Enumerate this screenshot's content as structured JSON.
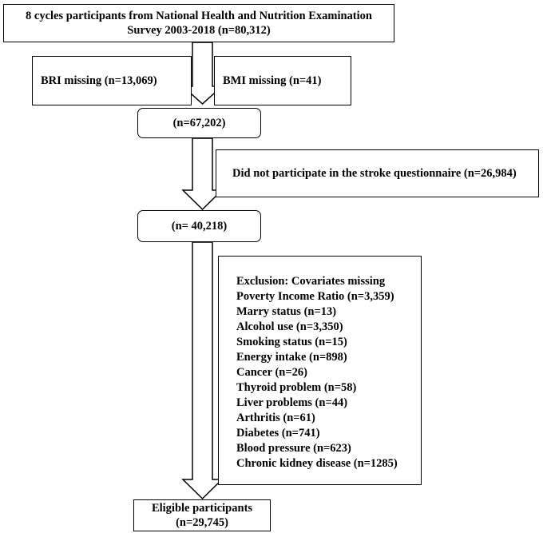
{
  "title_box": {
    "line1": "8 cycles participants from National Health and Nutrition Examination",
    "line2": "Survey 2003-2018  (n=80,312)"
  },
  "bri_missing": "BRI missing (n=13,069)",
  "bmi_missing": "BMI missing (n=41)",
  "step1": "(n=67,202)",
  "stroke_exclusion": "Did not participate in the stroke questionnaire (n=26,984)",
  "step2": "(n= 40,218)",
  "exclusion": {
    "header": "Exclusion:  Covariates missing",
    "items": [
      "Poverty Income Ratio (n=3,359)",
      "Marry status (n=13)",
      "Alcohol use (n=3,350)",
      "Smoking status (n=15)",
      "Energy intake (n=898)",
      "Cancer (n=26)",
      "Thyroid problem (n=58)",
      "Liver problems (n=44)",
      "Arthritis (n=61)",
      "Diabetes (n=741)",
      "Blood pressure (n=623)",
      "Chronic kidney disease (n=1285)"
    ]
  },
  "final": {
    "line1": "Eligible participants",
    "line2": "(n=29,745)"
  }
}
